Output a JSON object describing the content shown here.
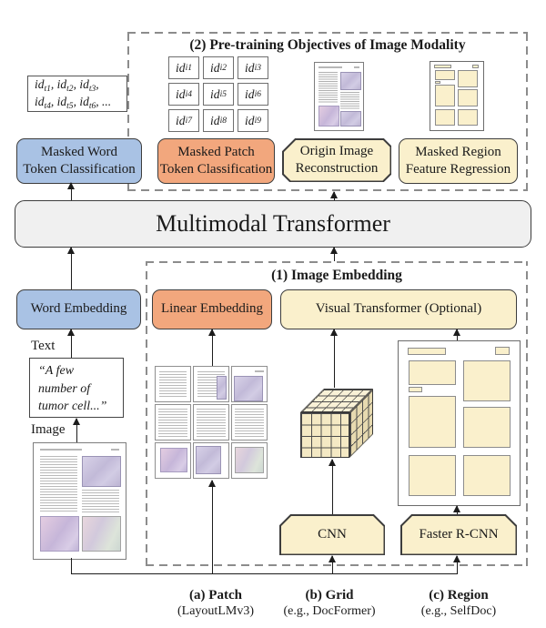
{
  "sections": {
    "pretraining": "(2) Pre-training Objectives of Image Modality",
    "image_embedding": "(1) Image Embedding"
  },
  "labels": {
    "transformer": "Multimodal Transformer",
    "masked_word": {
      "l1": "Masked Word",
      "l2": "Token Classification"
    },
    "masked_patch": {
      "l1": "Masked Patch",
      "l2": "Token Classification"
    },
    "origin_image": {
      "l1": "Origin Image",
      "l2": "Reconstruction"
    },
    "masked_region": {
      "l1": "Masked Region",
      "l2": "Feature Regression"
    },
    "word_embedding": "Word Embedding",
    "linear_embedding": "Linear Embedding",
    "visual_transformer": "Visual Transformer (Optional)",
    "cnn": "CNN",
    "faster_rcnn": "Faster R-CNN"
  },
  "text_modality": {
    "text_label": "Text",
    "image_label": "Image",
    "quote_lines": [
      "“A few",
      "number of",
      "tumor cell...”"
    ],
    "token_ids": {
      "base": "id",
      "lines": [
        {
          "subs": [
            "t1",
            "t2",
            "t3"
          ],
          "suffix": ","
        },
        {
          "subs": [
            "t4",
            "t5",
            "t6"
          ],
          "suffix": ", ..."
        }
      ]
    }
  },
  "patch_tokens": {
    "base": "id",
    "subs": [
      "i1",
      "i2",
      "i3",
      "i4",
      "i5",
      "i6",
      "i7",
      "i8",
      "i9"
    ]
  },
  "footer": {
    "a": {
      "title": "(a) Patch",
      "subtitle": "(LayoutLMv3)"
    },
    "b": {
      "title": "(b) Grid",
      "subtitle": "(e.g., DocFormer)"
    },
    "c": {
      "title": "(c) Region",
      "subtitle": "(e.g., SelfDoc)"
    }
  },
  "colors": {
    "blue": "#a9c2e4",
    "orange": "#f2a77d",
    "cream": "#faf0cc",
    "panel": "#f0f0f0",
    "border": "#3d3d3d",
    "dashed": "#8c8c8c",
    "line": "#1c1c1c"
  }
}
